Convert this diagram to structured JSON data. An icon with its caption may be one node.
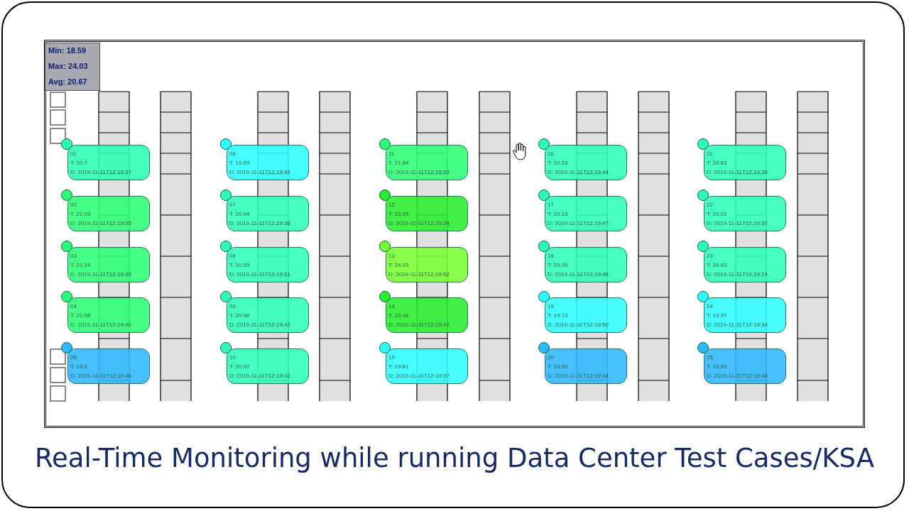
{
  "diagram": {
    "caption": "Real-Time Monitoring while running Data Center Test Cases/KSA",
    "nodes": [
      {
        "text": [
          "Min: 18.59",
          "Max: 24.03",
          "Avg: 20.67"
        ]
      },
      {
        "text": [
          "01",
          "T: 20.7",
          "D: 2019-11-11T12:19:37"
        ]
      },
      {
        "text": [
          "02",
          "T: 21.03",
          "D: 2019-11-11T12:19:55"
        ]
      },
      {
        "text": [
          "03",
          "T: 21.24",
          "D: 2019-11-11T12:19:30"
        ]
      },
      {
        "text": [
          "04",
          "T: 21.08",
          "D: 2019-11-11T12:19:40"
        ]
      },
      {
        "text": [
          "05",
          "T: 18.6",
          "D: 2019-11-11T12:19:46"
        ]
      },
      {
        "text": [
          "06",
          "T: 19.89",
          "D: 2019-11-11T12:19:45"
        ]
      },
      {
        "text": [
          "07",
          "T: 20.04",
          "D: 2019-11-11T12:19:38"
        ]
      },
      {
        "text": [
          "08",
          "T: 20.55",
          "D: 2019-11-11T12:19:51"
        ]
      },
      {
        "text": [
          "09",
          "T: 20.96",
          "D: 2019-11-11T12:19:42"
        ]
      },
      {
        "text": [
          "10",
          "T: 20.92",
          "D: 2019-11-11T12:19:42"
        ]
      },
      {
        "text": [
          "11",
          "T: 21.84",
          "D: 2019-11-11T12:19:53"
        ]
      },
      {
        "text": [
          "12",
          "T: 23.95",
          "D: 2019-11-11T12:19:24"
        ]
      },
      {
        "text": [
          "13",
          "T: 24.03",
          "D: 2019-11-11T12:19:52"
        ]
      },
      {
        "text": [
          "14",
          "T: 23.48",
          "D: 2019-11-11T12:19:42"
        ]
      },
      {
        "text": [
          "15",
          "T: 19.81",
          "D: 2019-11-11T12:19:37"
        ]
      },
      {
        "text": [
          "16",
          "T: 20.53",
          "D: 2019-11-11T12:19:44"
        ]
      },
      {
        "text": [
          "17",
          "T: 20.15",
          "D: 2019-11-11T12:19:47"
        ]
      },
      {
        "text": [
          "18",
          "T: 20.09",
          "D: 2019-11-11T12:19:46"
        ]
      },
      {
        "text": [
          "19",
          "T: 19.73",
          "D: 2019-11-11T12:19:50"
        ]
      },
      {
        "text": [
          "20",
          "T: 18.99",
          "D: 2019-11-11T12:19:34"
        ]
      },
      {
        "text": [
          "21",
          "T: 20.63",
          "D: 2019-11-11T12:19:36"
        ]
      },
      {
        "text": [
          "22",
          "T: 20.01",
          "D: 2019-11-11T12:19:37"
        ]
      },
      {
        "text": [
          "23",
          "T: 20.63",
          "D: 2019-11-11T12:19:24"
        ]
      },
      {
        "text": [
          "24",
          "T: 19.37",
          "D: 2019-11-11T12:19:34"
        ]
      },
      {
        "text": [
          "25",
          "T: 18.59",
          "D: 2019-11-11T12:19:44"
        ]
      }
    ]
  }
}
